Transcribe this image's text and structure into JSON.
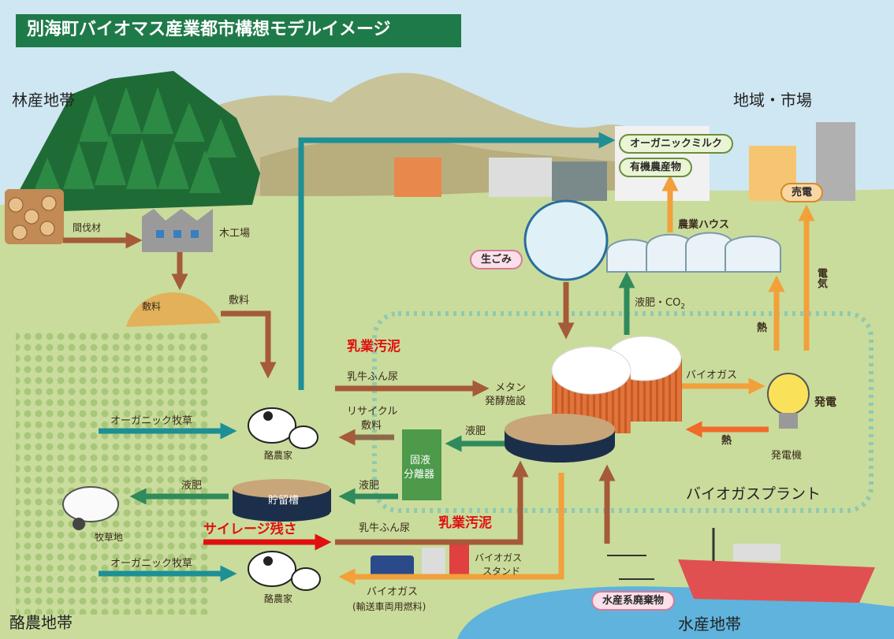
{
  "title": "別海町バイオマス産業都市構想モデルイメージ",
  "zones": {
    "forest": "林産地帯",
    "region_market": "地域・市場",
    "dairy": "酪農地帯",
    "fishery": "水産地帯",
    "plant": "バイオガスプラント"
  },
  "pills": {
    "organic_milk": "オーガニックミルク",
    "organic_produce": "有機農産物",
    "electricity_sale": "売電",
    "food_waste": "生ごみ",
    "marine_waste": "水産系廃棄物"
  },
  "facilities": {
    "sawmill": "木工場",
    "farm_house": "農業ハウス",
    "methane_plant_l1": "メタン",
    "methane_plant_l2": "発酵施設",
    "separator_l1": "固液",
    "separator_l2": "分離器",
    "storage_tank": "貯留槽",
    "dairy_farmer_1": "酪農家",
    "dairy_farmer_2": "酪農家",
    "generator": "発電機",
    "pasture": "牧草地",
    "biogas_station_l1": "バイオガス",
    "biogas_station_l2": "スタンド"
  },
  "flows": {
    "thinned_wood": "間伐材",
    "bedding_pile": "敷料",
    "bedding": "敷料",
    "dairy_sludge_1": "乳業汚泥",
    "manure_1": "乳牛ふん尿",
    "recycle_l1": "リサイクル",
    "recycle_l2": "敷料",
    "organic_grass_1": "オーガニック牧草",
    "liquid_fert_1": "液肥",
    "liquid_fert_2": "液肥",
    "liquid_fert_3": "液肥",
    "liquid_fert_co2": "液肥・CO",
    "co2_sub": "2",
    "biogas": "バイオガス",
    "heat_1": "熱",
    "heat_2": "熱",
    "power_gen": "発電",
    "electricity": "電気",
    "silage": "サイレージ残さ",
    "manure_2": "乳牛ふん尿",
    "dairy_sludge_2": "乳業汚泥",
    "organic_grass_2": "オーガニック牧草",
    "biogas_fuel_l1": "バイオガス",
    "biogas_fuel_l2": "(輸送車両用燃料)"
  },
  "colors": {
    "title_bg": "#1f7a4a",
    "teal_arrow": "#1e8f95",
    "brown_arrow": "#a55a38",
    "orange_arrow": "#f2a03a",
    "green_arrow": "#2f8a5c",
    "red_arrow": "#e01010",
    "field": "#c9dc9c",
    "sky": "#cfe7f2",
    "sea": "#5fb3dc"
  }
}
